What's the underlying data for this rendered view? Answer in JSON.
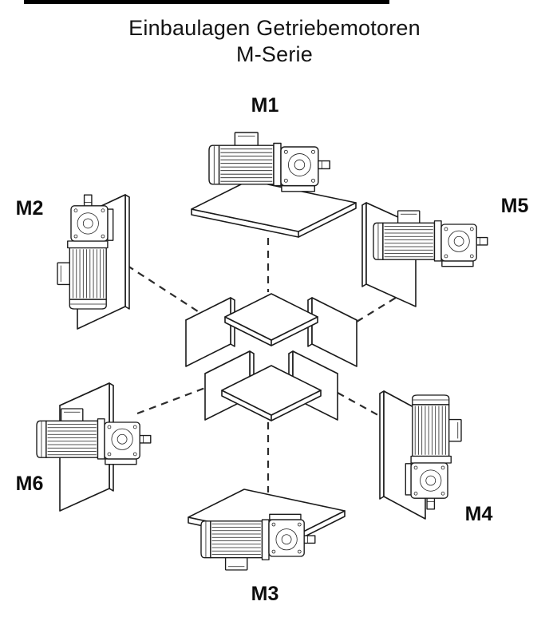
{
  "header": {
    "title_line1": "Einbaulagen Getriebemotoren",
    "title_line2": "M-Serie"
  },
  "diagram": {
    "labels": {
      "m1": "M1",
      "m2": "M2",
      "m3": "M3",
      "m4": "M4",
      "m5": "M5",
      "m6": "M6"
    },
    "colors": {
      "line_color": "#1b1b1b",
      "dash_color": "#2b2b2b",
      "background": "#ffffff"
    }
  }
}
